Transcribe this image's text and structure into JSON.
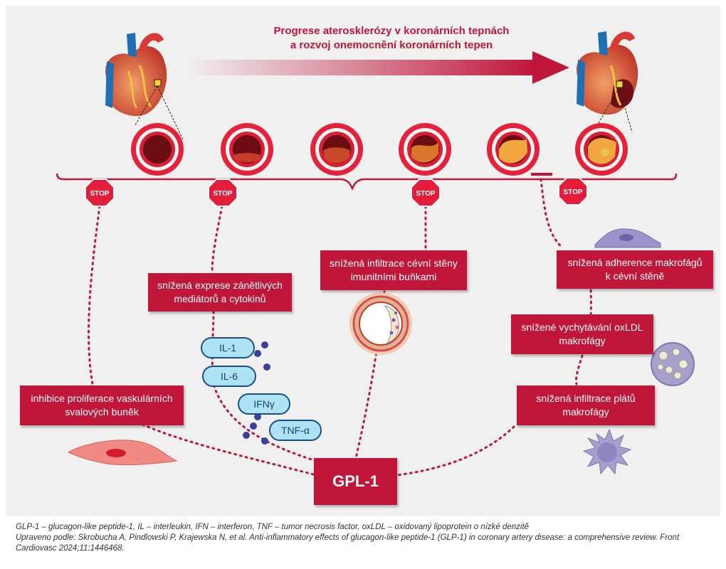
{
  "header": {
    "line1": "Progrese aterosklerózy v koronárních tepnách",
    "line2": "a rozvoj onemocnění koronárních tepen"
  },
  "stop_label": "STOP",
  "boxes": {
    "expression": [
      "snížená exprese zánětlivých",
      "mediátorů a cytokinů"
    ],
    "infiltration_wall": [
      "snížená infiltrace cévní stěny",
      "imunitními buňkami"
    ],
    "adherence": [
      "snížená adherence makrofágů",
      "k cévní stěně"
    ],
    "uptake": [
      "snížené vychytávání oxLDL",
      "makrofágy"
    ],
    "plaque": [
      "snížená infiltrace plátů",
      "makrofágy"
    ],
    "proliferation": [
      "inhibice proliferace vaskulárních",
      "svalových buněk"
    ]
  },
  "center": "GPL-1",
  "cytokines": [
    "IL-1",
    "IL-6",
    "IFNγ",
    "TNF-α"
  ],
  "caption": {
    "line1": "GLP-1 – glucagon-like peptide-1, IL – interleukin, IFN – interferon, TNF – tumor necrosis factor, oxLDL – oxidovaný lipoprotein o nízké denzitě",
    "line2": "Upraveno podle: Skrobucha A, Pindlowski P, Krajewska N, et al. Anti-inflammatory effects of glucagon-like peptide-1 (GLP-1) in coronary artery disease: a comprehensive review. Front",
    "line3": "Cardiovasc 2024;11:1446468."
  },
  "colors": {
    "accent": "#c0163a",
    "pill_fill": "#aee3f6",
    "pill_stroke": "#1a4e8a",
    "dot": "#3b3f9c"
  }
}
